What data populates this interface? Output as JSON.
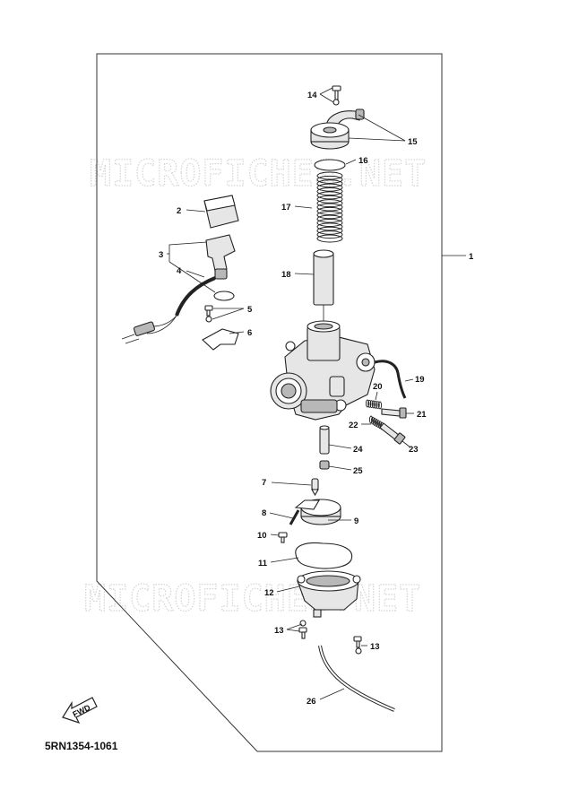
{
  "watermark": "MICROFICHES.NET",
  "diagram_code": "5RN1354-1061",
  "fwd_label": "FWD",
  "callouts": {
    "c1": "1",
    "c2": "2",
    "c3": "3",
    "c4": "4",
    "c5": "5",
    "c6": "6",
    "c7": "7",
    "c8": "8",
    "c9": "9",
    "c10": "10",
    "c11": "11",
    "c12": "12",
    "c13a": "13",
    "c13b": "13",
    "c14": "14",
    "c15": "15",
    "c16": "16",
    "c17": "17",
    "c18": "18",
    "c19": "19",
    "c20": "20",
    "c21": "21",
    "c22": "22",
    "c23": "23",
    "c24": "24",
    "c25": "25",
    "c26": "26"
  }
}
